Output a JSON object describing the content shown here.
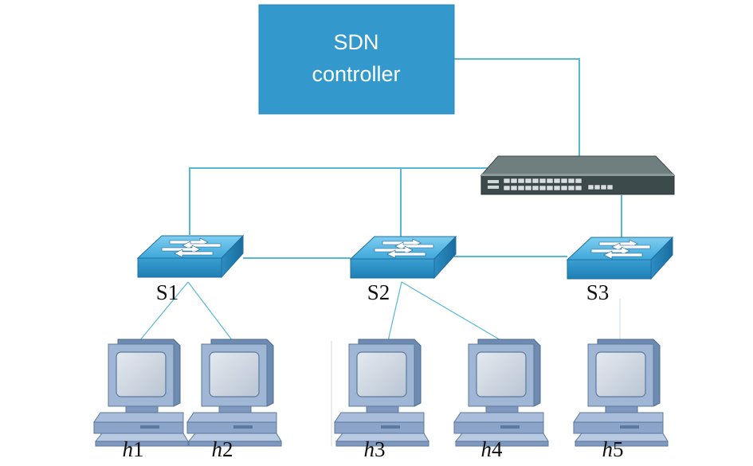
{
  "controller": {
    "line1": "SDN",
    "line2": "controller"
  },
  "switches": [
    {
      "label": "S1"
    },
    {
      "label": "S2"
    },
    {
      "label": "S3"
    }
  ],
  "hosts": [
    {
      "letter": "h",
      "num": "1"
    },
    {
      "letter": "h",
      "num": "2"
    },
    {
      "letter": "h",
      "num": "3"
    },
    {
      "letter": "h",
      "num": "4"
    },
    {
      "letter": "h",
      "num": "5"
    }
  ],
  "colors": {
    "controller": "#3399cc",
    "link": "#55b8d6",
    "switch_top": "#5cb8e0",
    "switch_side": "#2f8fc4",
    "host_body": "#8fa9cc",
    "host_screen": "#c6d0dc"
  }
}
